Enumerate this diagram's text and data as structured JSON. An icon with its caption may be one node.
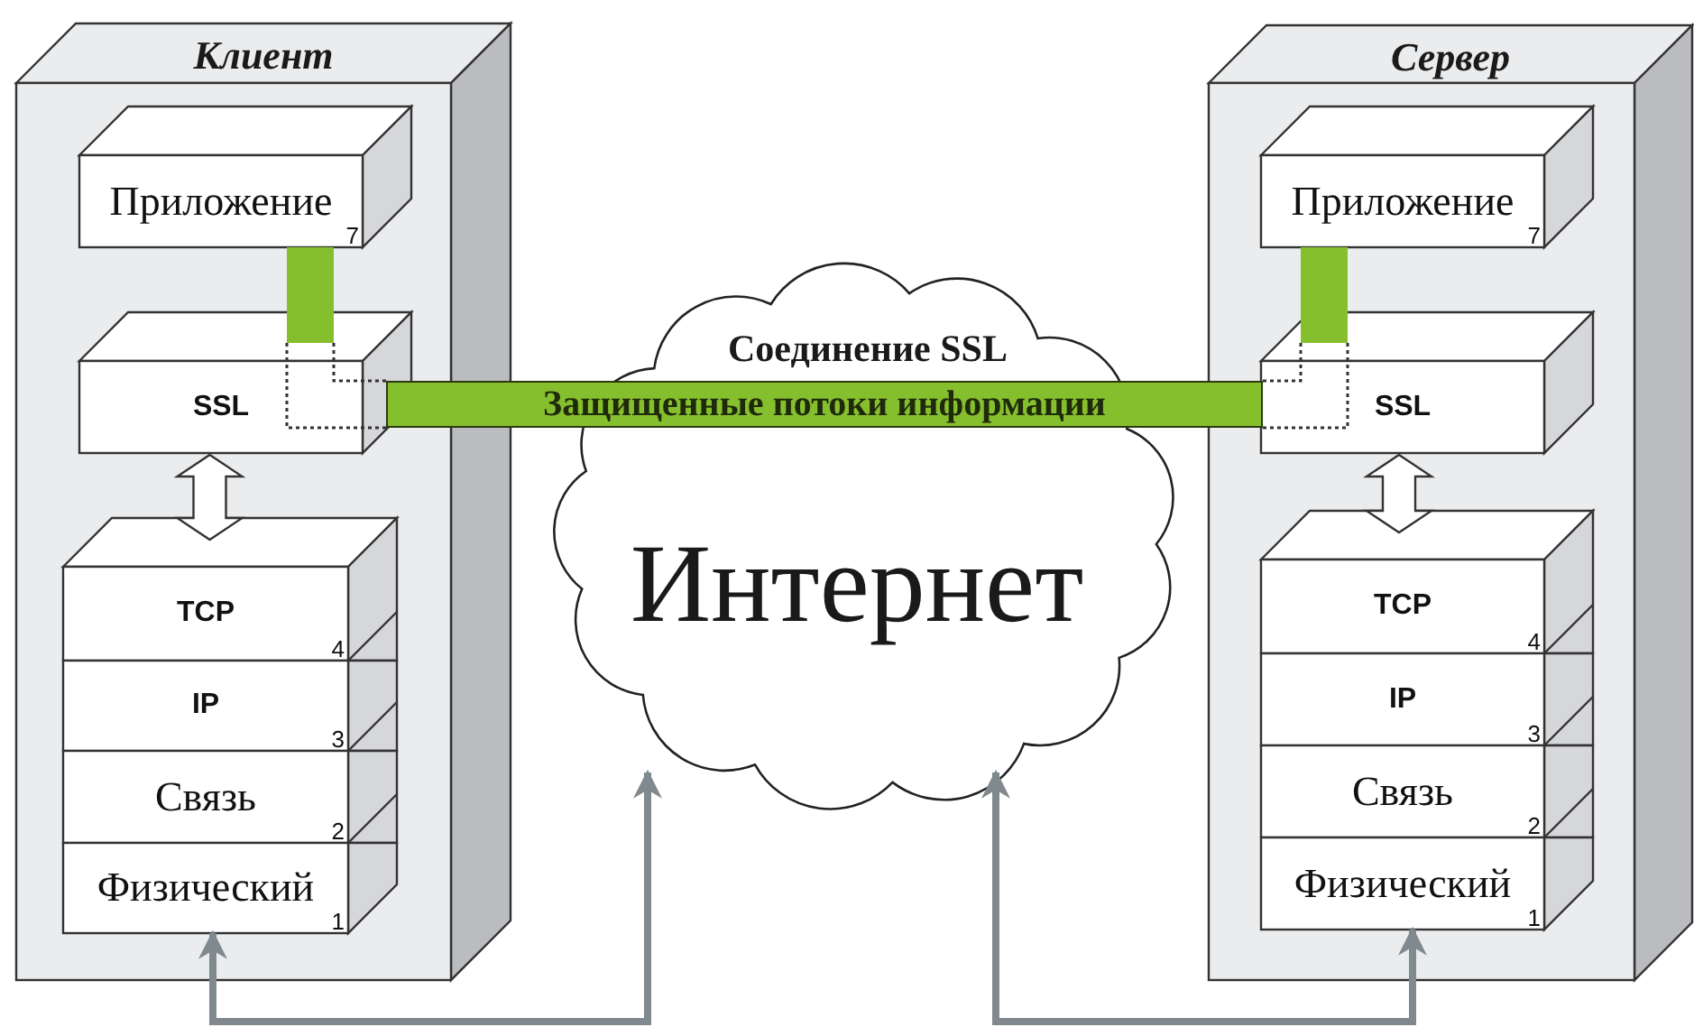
{
  "diagram": {
    "nodes": [
      {
        "text": [
          "Клиент"
        ]
      },
      {
        "text": [
          "Приложение",
          "7"
        ],
        "in": 0
      },
      {
        "text": [
          "SSL"
        ],
        "in": 0
      },
      {
        "text": [
          "TCP",
          "4"
        ],
        "in": 0
      },
      {
        "text": [
          "IP",
          "3"
        ],
        "in": 0
      },
      {
        "text": [
          "Связь",
          "2"
        ],
        "in": 0
      },
      {
        "text": [
          "Физический",
          "1"
        ],
        "in": 0
      },
      {
        "text": [
          "Сервер"
        ]
      },
      {
        "text": [
          "Приложение",
          "7"
        ],
        "in": 7
      },
      {
        "text": [
          "SSL"
        ],
        "in": 7
      },
      {
        "text": [
          "TCP",
          "4"
        ],
        "in": 7
      },
      {
        "text": [
          "IP",
          "3"
        ],
        "in": 7
      },
      {
        "text": [
          "Связь",
          "2"
        ],
        "in": 7
      },
      {
        "text": [
          "Физический",
          "1"
        ],
        "in": 7
      },
      {
        "text": [
          "Соединение SSL",
          "Интернет"
        ]
      },
      {
        "text": [
          "Защищенные потоки информации"
        ]
      }
    ],
    "edges": [
      {
        "from": 2,
        "to": 3,
        "arrow": "both"
      },
      {
        "from": 9,
        "to": 10,
        "arrow": "both"
      },
      {
        "from": 1,
        "to": 2,
        "arrow": "none",
        "style": "thick",
        "color": "#86bf2e"
      },
      {
        "from": 8,
        "to": 9,
        "arrow": "none",
        "style": "thick",
        "color": "#86bf2e"
      },
      {
        "from": 6,
        "to": 14,
        "arrow": "both",
        "color": "#7f898e"
      },
      {
        "from": 13,
        "to": 14,
        "arrow": "both",
        "color": "#7f898e"
      }
    ]
  }
}
